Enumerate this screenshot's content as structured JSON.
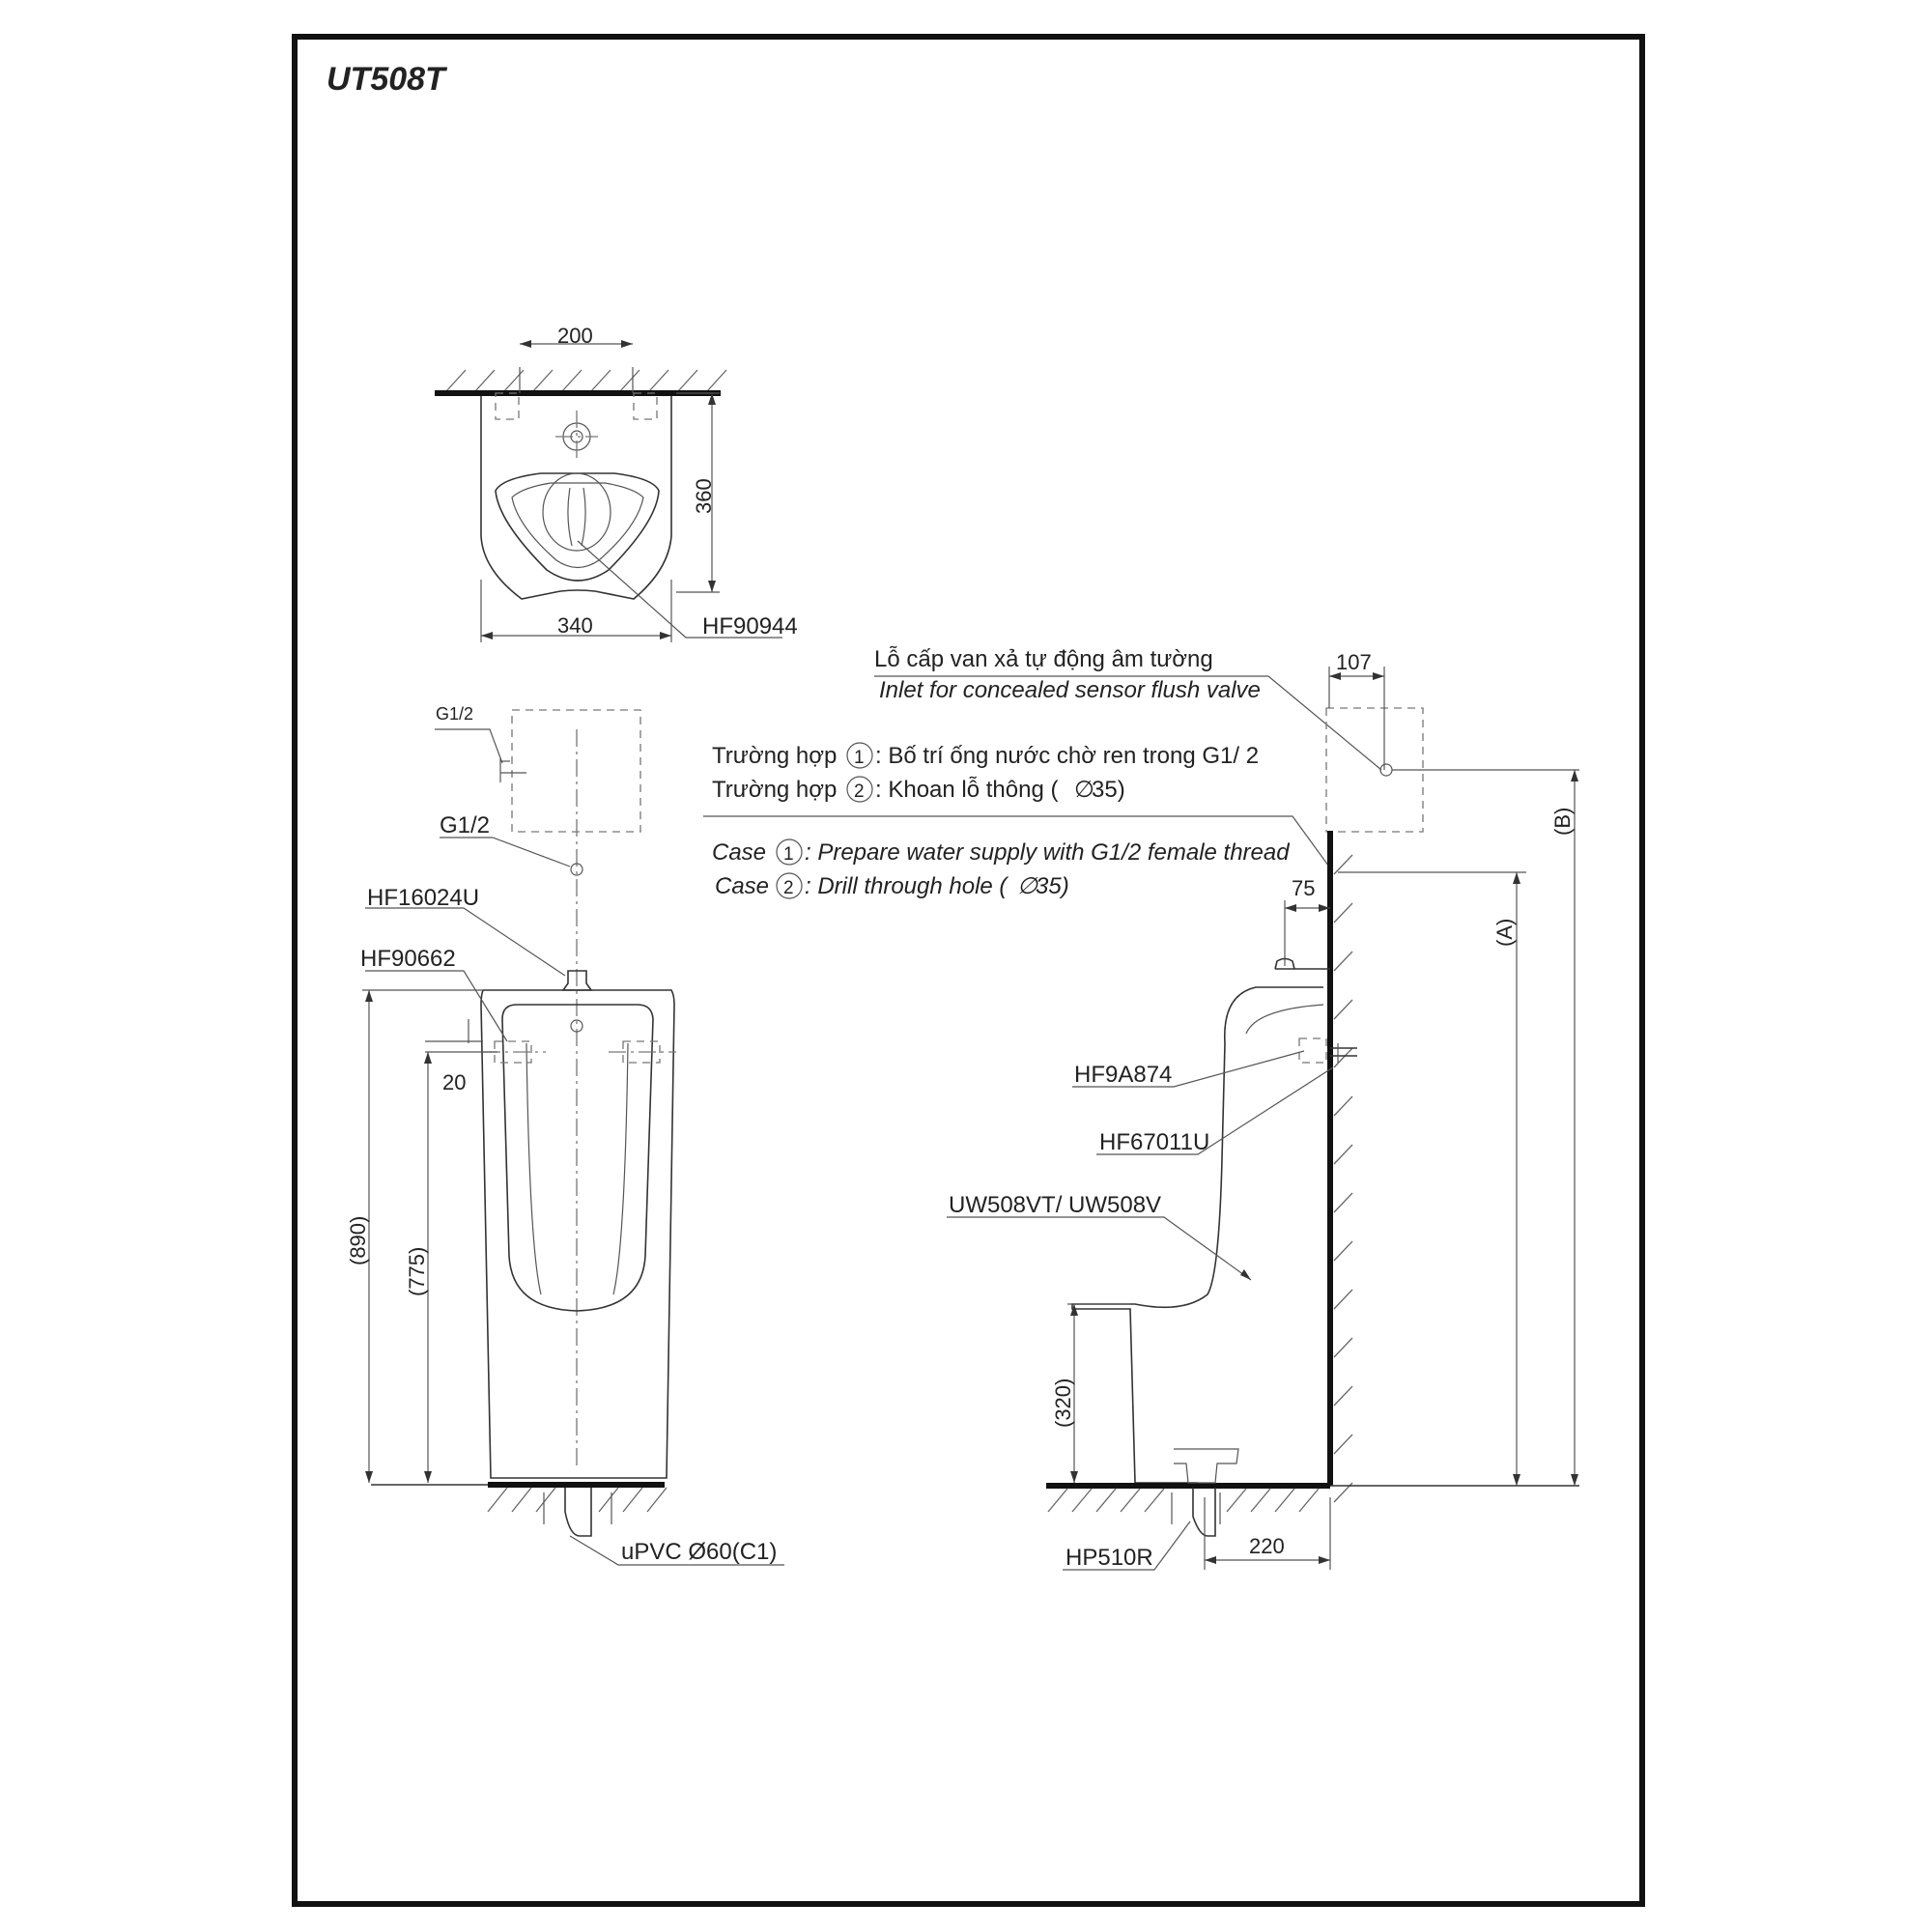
{
  "title": "UT508T",
  "top_view": {
    "dim_width_top": "200",
    "dim_depth": "360",
    "dim_width_bottom": "340",
    "part_strainer": "HF90944"
  },
  "front_view": {
    "label_inlet_small": "G1/2",
    "label_inlet": "G1/2",
    "part_spud": "HF16024U",
    "part_hanger": "HF90662",
    "dim_hanger_offset": "20",
    "dim_total_height": "(890)",
    "dim_hanger_height": "(775)",
    "drain_label": "uPVC Ø60(C1)"
  },
  "side_view": {
    "inlet_vi": "Lỗ cấp van xả tự động âm tường",
    "inlet_en": "Inlet for concealed sensor flush valve",
    "dim_inlet_offset": "107",
    "case1_vi_prefix": "Trường hợp",
    "case1_vi_text": ": Bố trí ống nước chờ ren trong G1/ 2",
    "case2_vi_prefix": "Trường hợp",
    "case2_vi_text": ": Khoan lỗ thông (",
    "case2_vi_suffix": "35)",
    "case1_en_prefix": "Case",
    "case1_en_text": ": Prepare water supply with G1/2 female thread",
    "case2_en_prefix": "Case",
    "case2_en_text": ": Drill through hole (",
    "case2_en_suffix": "35)",
    "circle1": "1",
    "circle2": "2",
    "dim_pipe_offset": "75",
    "dim_a": "(A)",
    "dim_b": "(B)",
    "part_hanger_bolt": "HF9A874",
    "part_valve": "HF67011U",
    "part_body": "UW508VT/ UW508V",
    "dim_lip_height": "(320)",
    "part_trap": "HP510R",
    "dim_drain_offset": "220"
  }
}
